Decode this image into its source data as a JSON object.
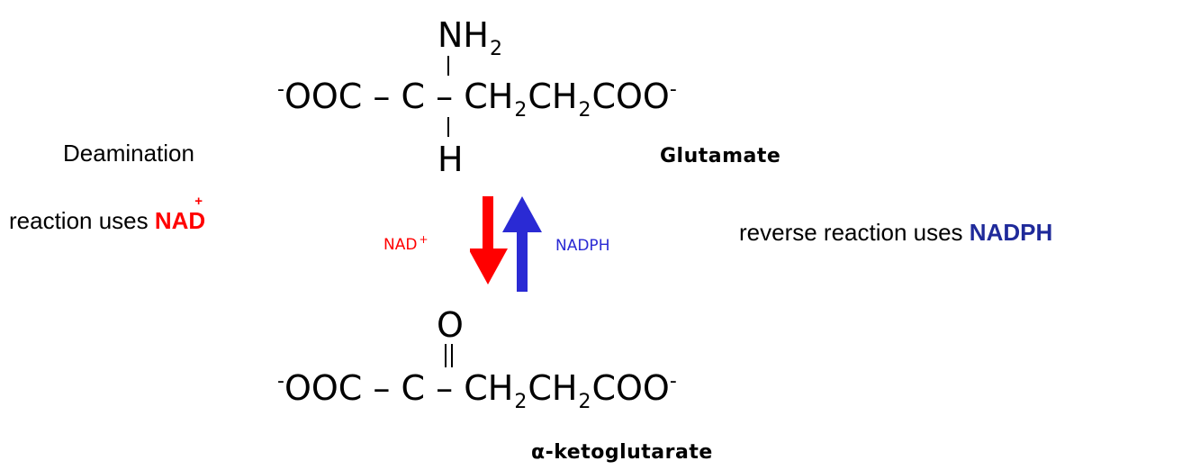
{
  "glutamate": {
    "amino_group": "NH",
    "amino_sub": "2",
    "chain_left": "-OOC",
    "bond_1": "–",
    "alpha_carbon": "C",
    "bond_2": "–",
    "ch_a": "CH",
    "ch_a_sub": "2",
    "ch_b": "CH",
    "ch_b_sub": "2",
    "coo": "COO",
    "coo_charge": "-",
    "hydrogen": "H",
    "name": "Glutamate"
  },
  "ketoglutarate": {
    "oxygen": "O",
    "chain_left": "-OOC",
    "bond_1": "–",
    "alpha_carbon": "C",
    "bond_2": "–",
    "ch_a": "CH",
    "ch_a_sub": "2",
    "ch_b": "CH",
    "ch_b_sub": "2",
    "coo": "COO",
    "coo_charge": "-",
    "name": "α-ketoglutarate"
  },
  "arrows": {
    "down_label": "NAD",
    "down_label_sup": "+",
    "up_label": "NADPH",
    "down_color": "#ff0000",
    "up_color": "#2a2ad4"
  },
  "annotations": {
    "deamination_line1": "Deamination",
    "deamination_line2": "reaction uses ",
    "deamination_cofactor": "NAD",
    "deamination_cofactor_sup": "+",
    "reverse_text": "reverse reaction uses ",
    "reverse_cofactor": "NADPH"
  }
}
